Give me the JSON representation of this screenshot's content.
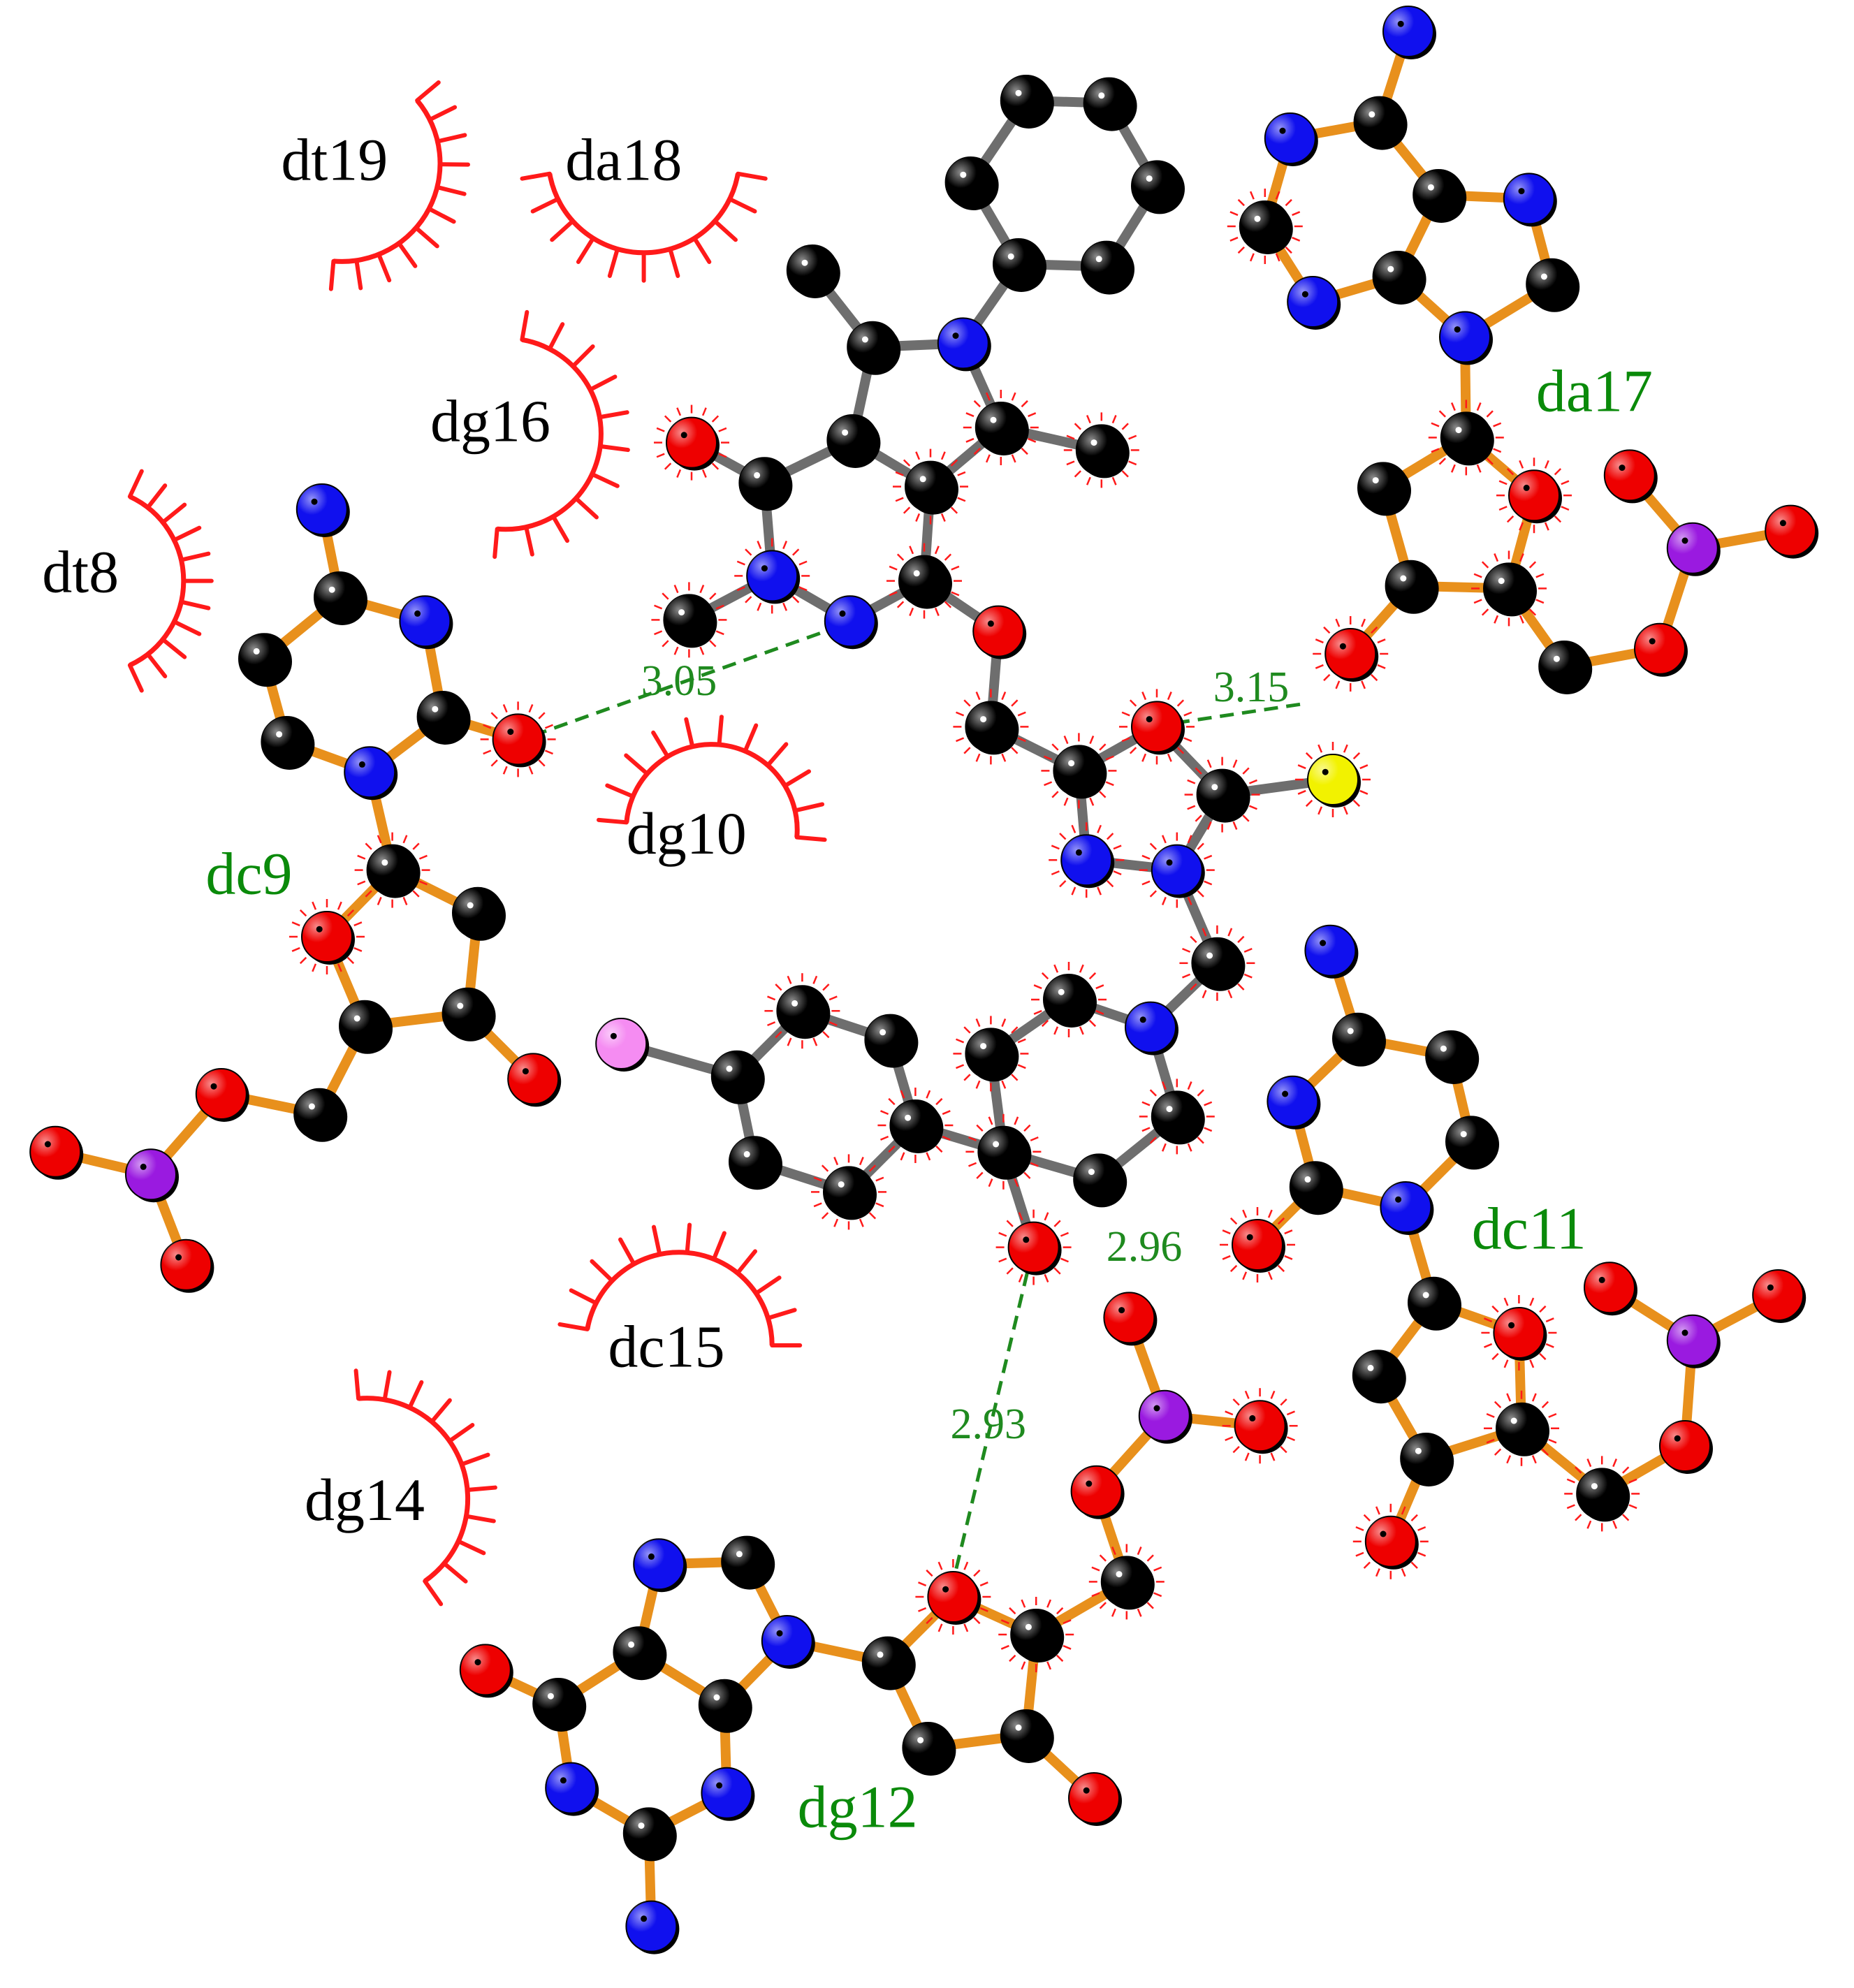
{
  "colors": {
    "ligand_bond": "#6e6e6e",
    "residue_bond": "#e8901c",
    "hbond": "#1f8a1f",
    "hydrophobic": "#ff1a1a",
    "label_hbond_residue": "#0a8a0a",
    "label_hydrophobic_residue": "#000000",
    "atom_C": "#000000",
    "atom_N": "#1010ee",
    "atom_O": "#ee0000",
    "atom_S": "#f2f200",
    "atom_P": "#9a1ae0",
    "atom_F": "#f58cf2"
  },
  "hbond_residues": [
    {
      "key": "da17",
      "label": "da17"
    },
    {
      "key": "dc9",
      "label": "dc9"
    },
    {
      "key": "dc11",
      "label": "dc11"
    },
    {
      "key": "dg12",
      "label": "dg12"
    }
  ],
  "hydrophobic_contacts": [
    {
      "key": "dt19",
      "label": "dt19"
    },
    {
      "key": "da18",
      "label": "da18"
    },
    {
      "key": "dg16",
      "label": "dg16"
    },
    {
      "key": "dt8",
      "label": "dt8"
    },
    {
      "key": "dg10",
      "label": "dg10"
    },
    {
      "key": "dc15",
      "label": "dc15"
    },
    {
      "key": "dg14",
      "label": "dg14"
    }
  ],
  "hydrogen_bonds": [
    {
      "key": "hb1",
      "distance": "3.05"
    },
    {
      "key": "hb2",
      "distance": "3.15"
    },
    {
      "key": "hb3",
      "distance": "2.96"
    },
    {
      "key": "hb4",
      "distance": "2.93"
    }
  ]
}
